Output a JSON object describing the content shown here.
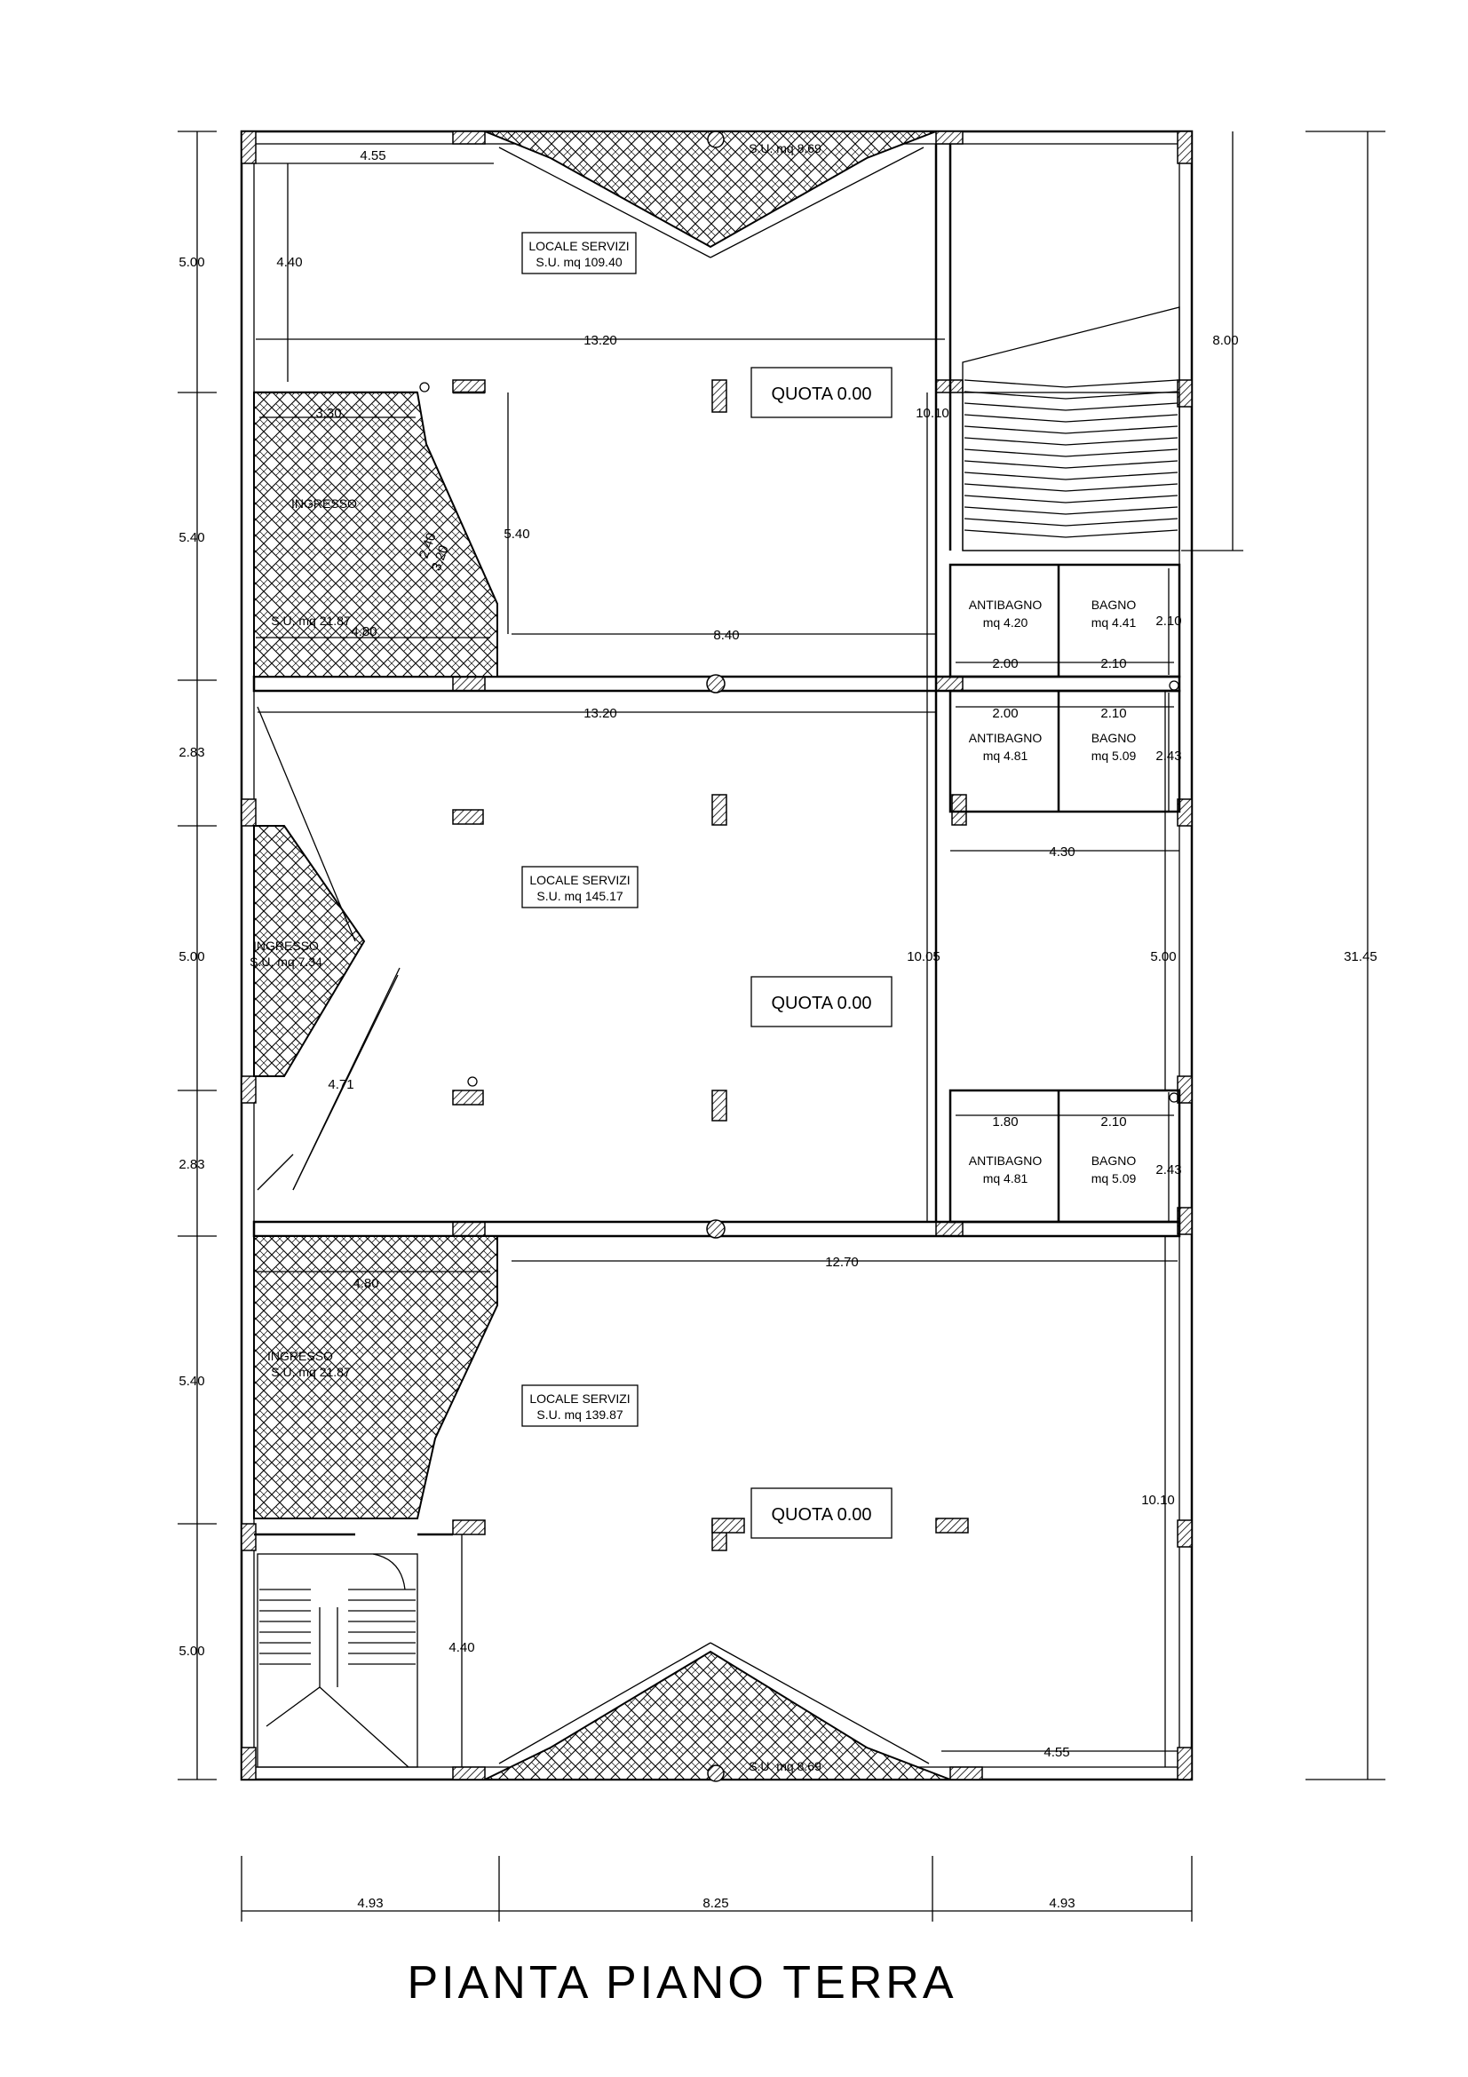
{
  "title": "PIANTA PIANO TERRA",
  "rooms": {
    "top_locale": {
      "name": "LOCALE SERVIZI",
      "area": "S.U.  mq  109.40"
    },
    "mid_locale": {
      "name": "LOCALE SERVIZI",
      "area": "S.U.  mq  145.17"
    },
    "bot_locale": {
      "name": "LOCALE SERVIZI",
      "area": "S.U.  mq  139.87"
    },
    "quota1": "QUOTA  0.00",
    "quota2": "QUOTA  0.00",
    "quota3": "QUOTA  0.00",
    "ingresso_top": {
      "name": "INGRESSO",
      "area": "S.U.  mq  21.87"
    },
    "ingresso_mid": {
      "name": "INGRESSO",
      "area": "S.U.  mq  7.34"
    },
    "ingresso_bot": {
      "name": "INGRESSO",
      "area": "S.U.  mq  21.87"
    },
    "patio_top_area": "S.U.  mq  8.69",
    "patio_bot_area": "S.U.  mq  8.69",
    "antibagno1": {
      "name": "ANTIBAGNO",
      "area": "mq  4.20"
    },
    "bagno1": {
      "name": "BAGNO",
      "area": "mq  4.41"
    },
    "antibagno2": {
      "name": "ANTIBAGNO",
      "area": "mq  4.81"
    },
    "bagno2": {
      "name": "BAGNO",
      "area": "mq  5.09"
    },
    "antibagno3": {
      "name": "ANTIBAGNO",
      "area": "mq  4.81"
    },
    "bagno3": {
      "name": "BAGNO",
      "area": "mq  5.09"
    }
  },
  "dims": {
    "left_500a": "5.00",
    "left_540a": "5.40",
    "left_283a": "2.83",
    "left_500b": "5.00",
    "left_283b": "2.83",
    "left_540b": "5.40",
    "left_500c": "5.00",
    "right_3145": "31.45",
    "right_800": "8.00",
    "bottom_493a": "4.93",
    "bottom_825": "8.25",
    "bottom_493b": "4.93",
    "top_455": "4.55",
    "top_440": "4.40",
    "top_1320": "13.20",
    "ing_330": "3.30",
    "ing_540": "5.40",
    "dim_840": "8.40",
    "mid_1320": "13.20",
    "dim_1010a": "10.10",
    "dim_1005": "10.05",
    "dim_500r": "5.00",
    "dim_430": "4.30",
    "dim_471": "4.71",
    "dim_1270": "12.70",
    "dim_1010b": "10.10",
    "bot_440": "4.40",
    "bot_455": "4.55",
    "b1_200": "2.00",
    "b1_210": "2.10",
    "b1_210v": "2.10",
    "b2_200": "2.00",
    "b2_210": "2.10",
    "b2_243": "2.43",
    "b3_180": "1.80",
    "b3_210": "2.10",
    "b3_243": "2.43",
    "ing_480a": "4.80",
    "ing_480b": "4.80",
    "p_240": "2.40",
    "p_320": "3.20"
  }
}
